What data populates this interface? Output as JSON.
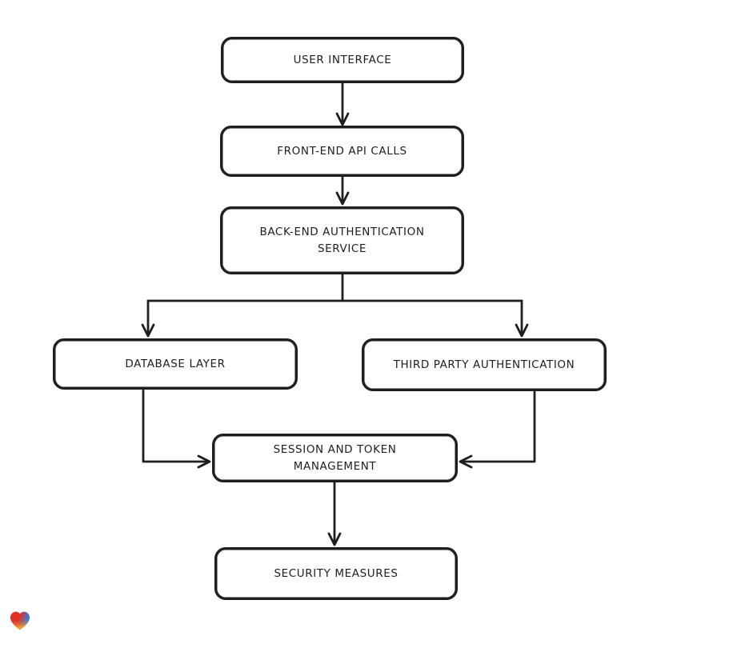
{
  "app": {
    "background_color": "#ffffff"
  },
  "diagram": {
    "type": "flowchart",
    "stroke_color": "#1e1e1e",
    "node_fill_color": "#ffffff",
    "nodes": [
      {
        "id": "user-interface",
        "label": "USER INTERFACE"
      },
      {
        "id": "front-end-api-calls",
        "label": "FRONT-END API CALLS"
      },
      {
        "id": "back-end-authentication-service",
        "label": "BACK-END AUTHENTICATION SERVICE"
      },
      {
        "id": "database-layer",
        "label": "DATABASE LAYER"
      },
      {
        "id": "third-party-authentication",
        "label": "THIRD PARTY AUTHENTICATION"
      },
      {
        "id": "session-and-token-management",
        "label": "SESSION AND TOKEN MANAGEMENT"
      },
      {
        "id": "security-measures",
        "label": "SECURITY MEASURES"
      }
    ],
    "edges": [
      {
        "from": "user-interface",
        "to": "front-end-api-calls"
      },
      {
        "from": "front-end-api-calls",
        "to": "back-end-authentication-service"
      },
      {
        "from": "back-end-authentication-service",
        "to": "database-layer"
      },
      {
        "from": "back-end-authentication-service",
        "to": "third-party-authentication"
      },
      {
        "from": "database-layer",
        "to": "session-and-token-management"
      },
      {
        "from": "third-party-authentication",
        "to": "session-and-token-management"
      },
      {
        "from": "session-and-token-management",
        "to": "security-measures"
      }
    ]
  },
  "logo": {
    "icon": "gradient-heart-logo",
    "colors": {
      "red": "#e23227",
      "blue": "#2f7de0",
      "green": "#58a347",
      "orange": "#f5932e"
    }
  }
}
